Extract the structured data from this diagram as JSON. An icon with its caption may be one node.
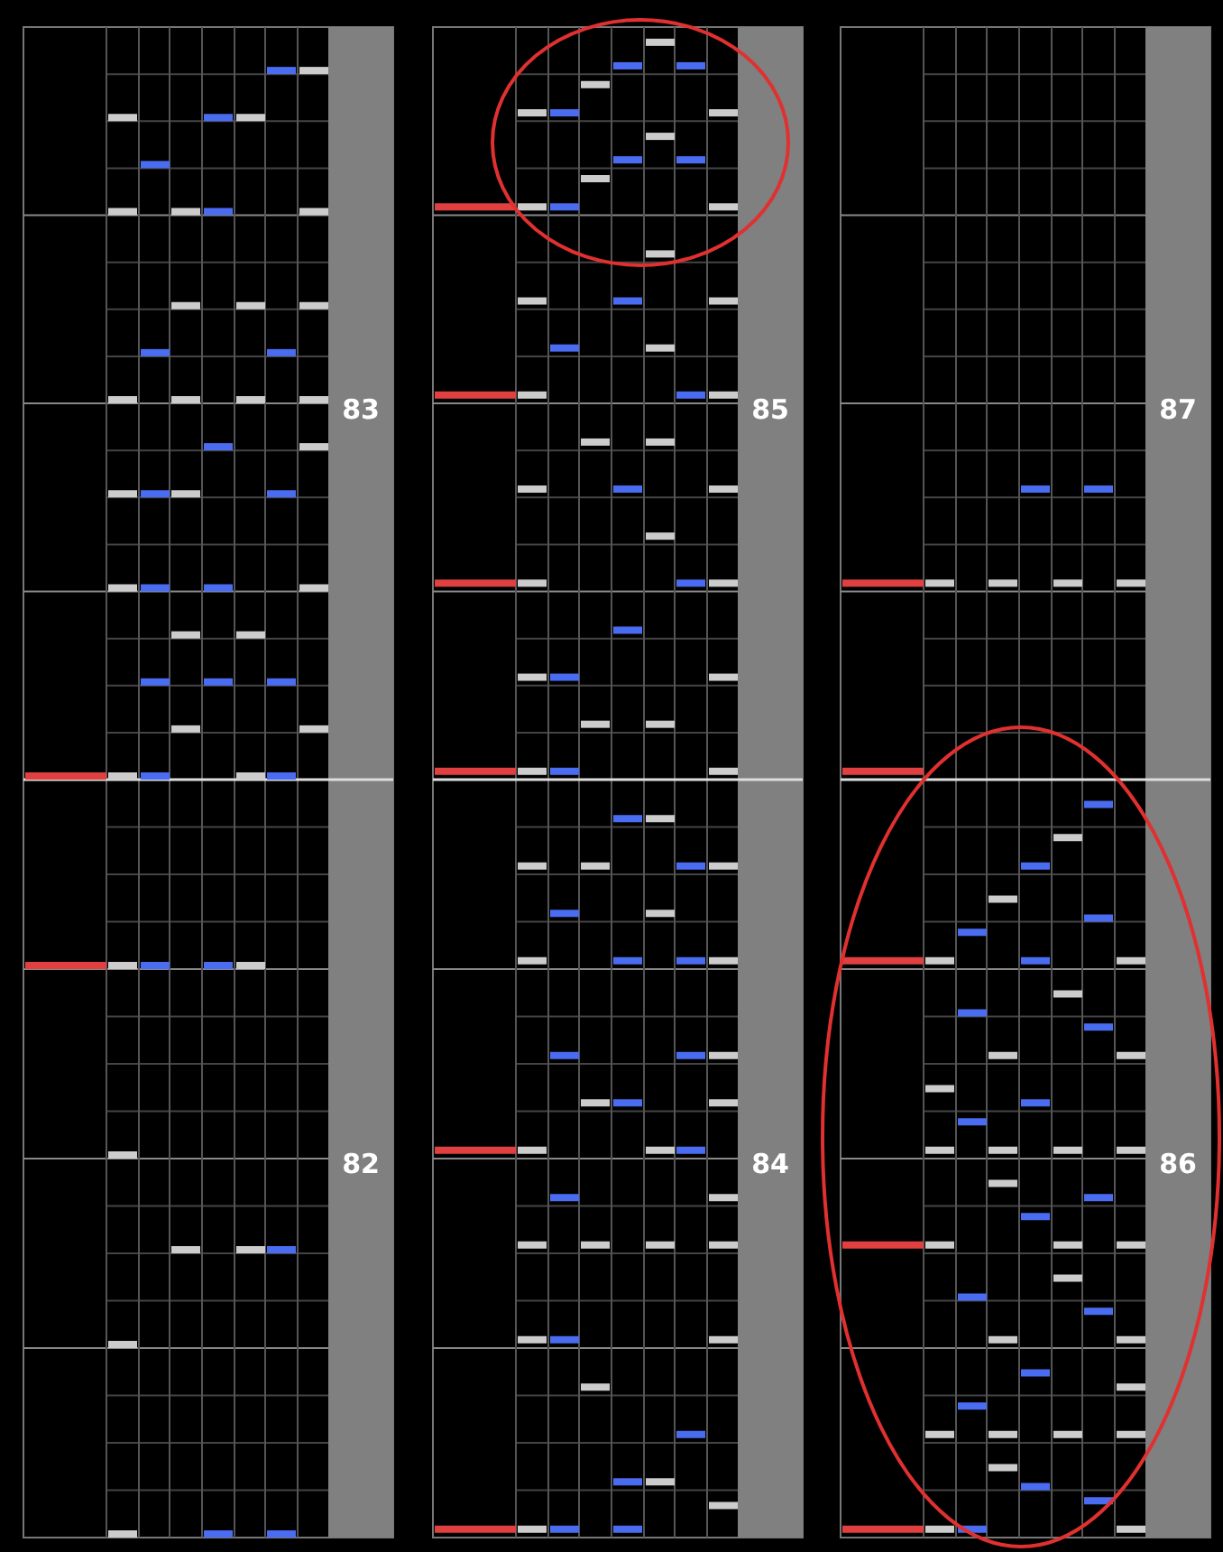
{
  "diagram": {
    "labels": [
      "83",
      "85",
      "87",
      "82",
      "84",
      "86"
    ]
  }
}
